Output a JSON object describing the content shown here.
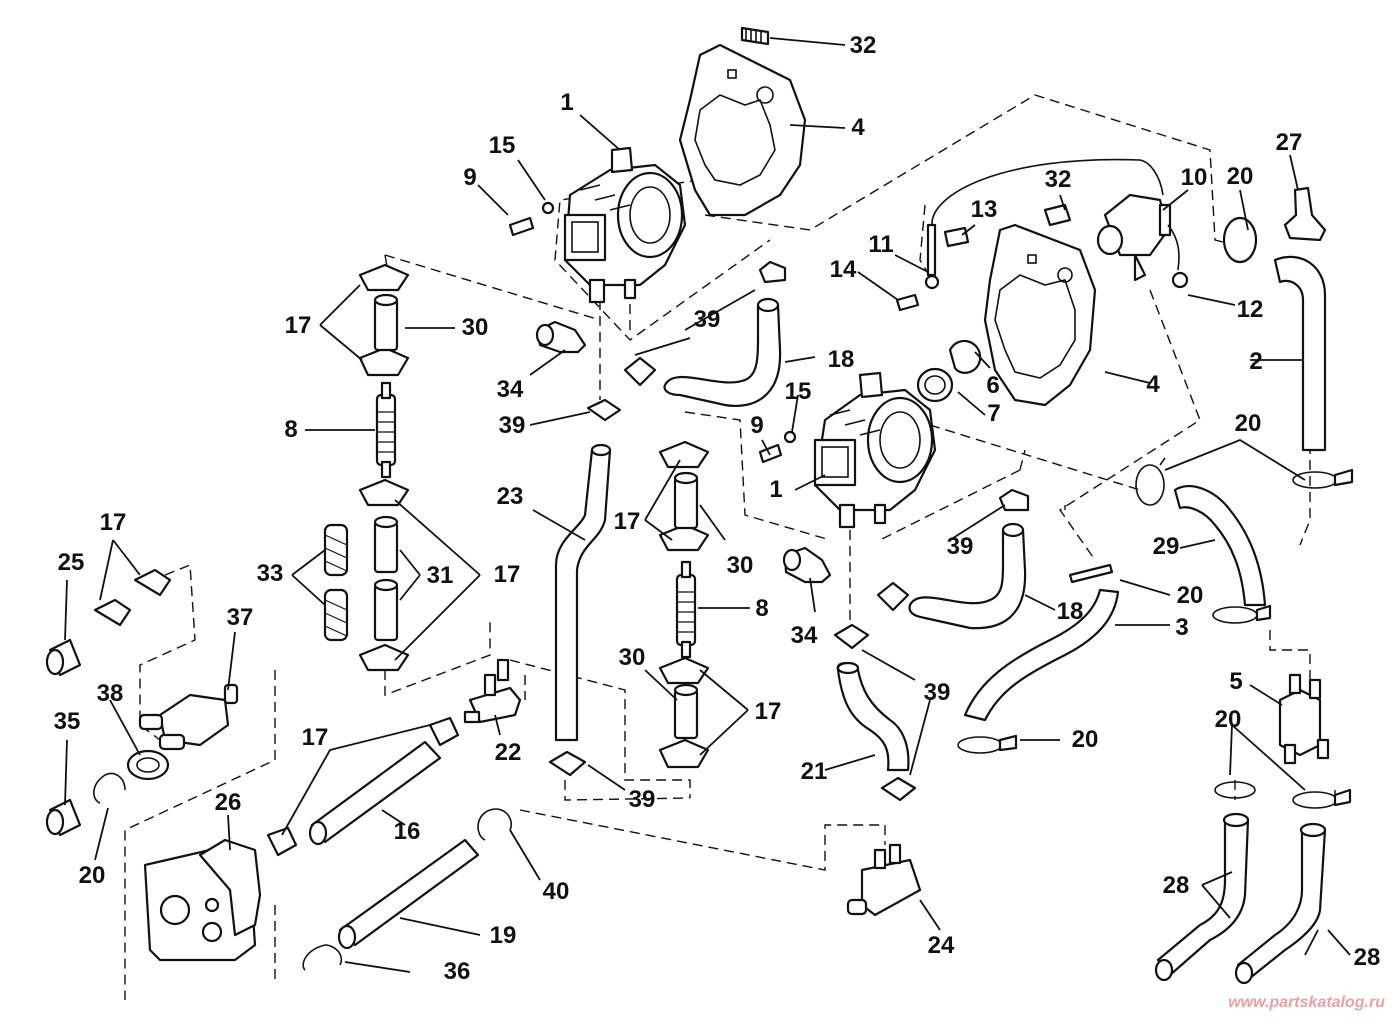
{
  "callouts": [
    {
      "id": "c32a",
      "text": "32"
    },
    {
      "id": "c1a",
      "text": "1"
    },
    {
      "id": "c4a",
      "text": "4"
    },
    {
      "id": "c15a",
      "text": "15"
    },
    {
      "id": "c9a",
      "text": "9"
    },
    {
      "id": "c27",
      "text": "27"
    },
    {
      "id": "c20a",
      "text": "20"
    },
    {
      "id": "c10",
      "text": "10"
    },
    {
      "id": "c32b",
      "text": "32"
    },
    {
      "id": "c13",
      "text": "13"
    },
    {
      "id": "c11",
      "text": "11"
    },
    {
      "id": "c14",
      "text": "14"
    },
    {
      "id": "c12",
      "text": "12"
    },
    {
      "id": "c17a",
      "text": "17"
    },
    {
      "id": "c30a",
      "text": "30"
    },
    {
      "id": "c39a",
      "text": "39"
    },
    {
      "id": "c34a",
      "text": "34"
    },
    {
      "id": "c18a",
      "text": "18"
    },
    {
      "id": "c2",
      "text": "2"
    },
    {
      "id": "c6",
      "text": "6"
    },
    {
      "id": "c4b",
      "text": "4"
    },
    {
      "id": "c15b",
      "text": "15"
    },
    {
      "id": "c7",
      "text": "7"
    },
    {
      "id": "c8a",
      "text": "8"
    },
    {
      "id": "c39b",
      "text": "39"
    },
    {
      "id": "c9b",
      "text": "9"
    },
    {
      "id": "c20b",
      "text": "20"
    },
    {
      "id": "c1b",
      "text": "1"
    },
    {
      "id": "c23",
      "text": "23"
    },
    {
      "id": "c17b",
      "text": "17"
    },
    {
      "id": "c29",
      "text": "29"
    },
    {
      "id": "c30b",
      "text": "30"
    },
    {
      "id": "c39c",
      "text": "39"
    },
    {
      "id": "c20c",
      "text": "20"
    },
    {
      "id": "c17c",
      "text": "17"
    },
    {
      "id": "c25",
      "text": "25"
    },
    {
      "id": "c33",
      "text": "33"
    },
    {
      "id": "c31",
      "text": "31"
    },
    {
      "id": "c17d",
      "text": "17"
    },
    {
      "id": "c8b",
      "text": "8"
    },
    {
      "id": "c18b",
      "text": "18"
    },
    {
      "id": "c3",
      "text": "3"
    },
    {
      "id": "c37",
      "text": "37"
    },
    {
      "id": "c34b",
      "text": "34"
    },
    {
      "id": "c5",
      "text": "5"
    },
    {
      "id": "c30c",
      "text": "30"
    },
    {
      "id": "c17e",
      "text": "17"
    },
    {
      "id": "c39d",
      "text": "39"
    },
    {
      "id": "c38",
      "text": "38"
    },
    {
      "id": "c20d",
      "text": "20"
    },
    {
      "id": "c35",
      "text": "35"
    },
    {
      "id": "c22",
      "text": "22"
    },
    {
      "id": "c17f",
      "text": "17"
    },
    {
      "id": "c20e",
      "text": "20"
    },
    {
      "id": "c21",
      "text": "21"
    },
    {
      "id": "c26",
      "text": "26"
    },
    {
      "id": "c39e",
      "text": "39"
    },
    {
      "id": "c16",
      "text": "16"
    },
    {
      "id": "c20f",
      "text": "20"
    },
    {
      "id": "c28a",
      "text": "28"
    },
    {
      "id": "c40",
      "text": "40"
    },
    {
      "id": "c24",
      "text": "24"
    },
    {
      "id": "c19",
      "text": "19"
    },
    {
      "id": "c28b",
      "text": "28"
    },
    {
      "id": "c36",
      "text": "36"
    }
  ],
  "watermark": "www.partskatalog.ru"
}
